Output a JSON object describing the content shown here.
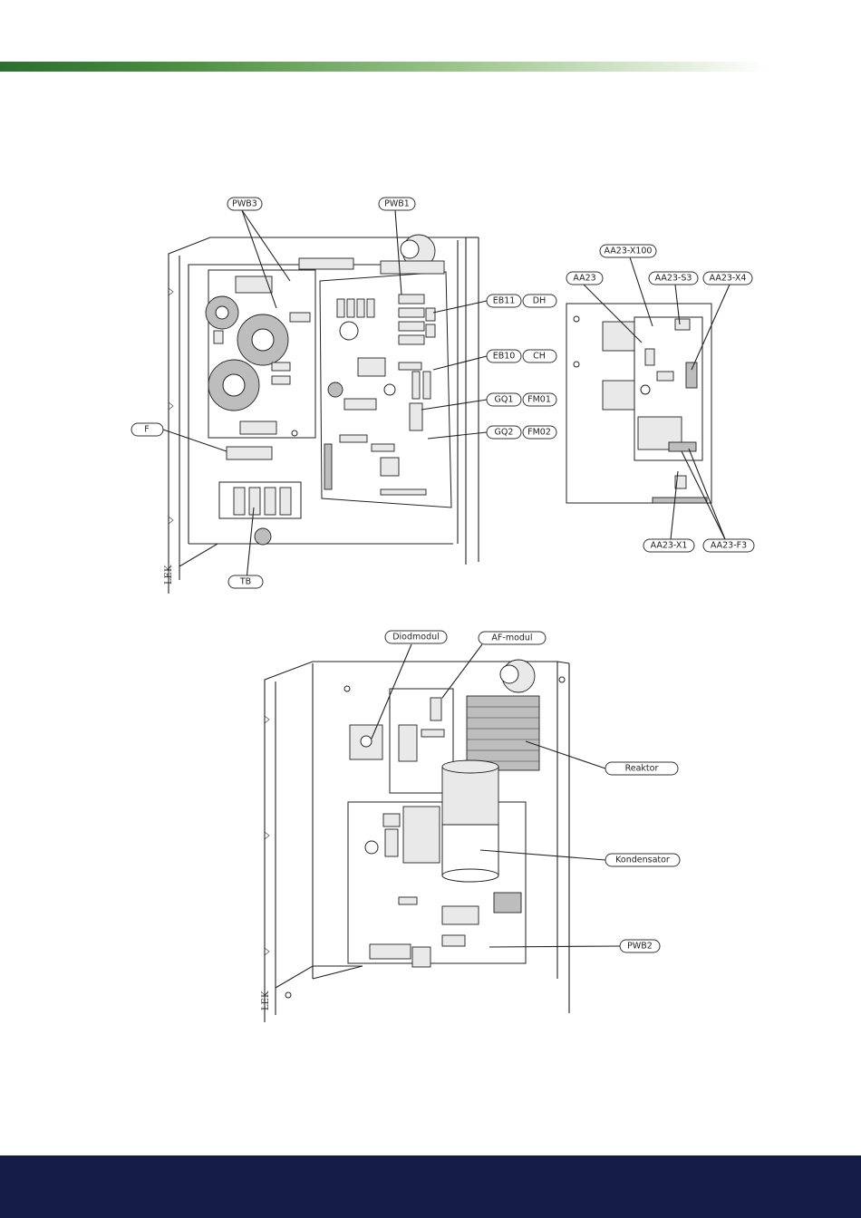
{
  "colors": {
    "header_bar_start": "#2b6e2f",
    "header_bar_end": "#ffffff",
    "footer": "#141c45",
    "line": "#222222"
  },
  "figure1": {
    "labels": {
      "pwb3": "PWB3",
      "pwb1": "PWB1",
      "eb11": "EB11",
      "dh": "DH",
      "eb10": "EB10",
      "ch": "CH",
      "gq1": "GQ1",
      "fm01": "FM01",
      "gq2": "GQ2",
      "fm02": "FM02",
      "f": "F",
      "tb": "TB",
      "lek": "LEK"
    }
  },
  "figure2": {
    "labels": {
      "aa23_x100": "AA23-X100",
      "aa23": "AA23",
      "aa23_s3": "AA23-S3",
      "aa23_x4": "AA23-X4",
      "aa23_x1": "AA23-X1",
      "aa23_f3": "AA23-F3"
    }
  },
  "figure3": {
    "labels": {
      "diodmodul": "Diodmodul",
      "af_modul": "AF-modul",
      "reaktor": "Reaktor",
      "kondensator": "Kondensator",
      "pwb2": "PWB2",
      "lek": "LEK"
    }
  }
}
